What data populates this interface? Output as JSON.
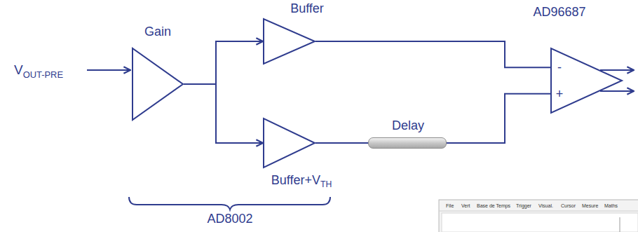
{
  "diagram": {
    "nodes": [
      {
        "text": [
          "Gain"
        ]
      },
      {
        "text": [
          "Buffer"
        ]
      },
      {
        "text": [
          "Buffer+VTH"
        ]
      },
      {
        "text": [
          "Delay"
        ]
      },
      {
        "text": [
          "AD96687",
          "-",
          "+"
        ]
      }
    ],
    "edges": [
      {
        "from": 0,
        "to": 1,
        "arrow": "to"
      },
      {
        "from": 0,
        "to": 2,
        "arrow": "to"
      },
      {
        "from": 1,
        "to": 4,
        "arrow": "none"
      },
      {
        "from": 2,
        "to": 3,
        "arrow": "none"
      },
      {
        "from": 3,
        "to": 4,
        "arrow": "none"
      }
    ],
    "labels": [
      "VOUT-PRE",
      "AD8002",
      "File",
      "Vert",
      "Base de Temps",
      "Trigger",
      "Visual.",
      "Cursor",
      "Mesure",
      "Maths"
    ]
  }
}
